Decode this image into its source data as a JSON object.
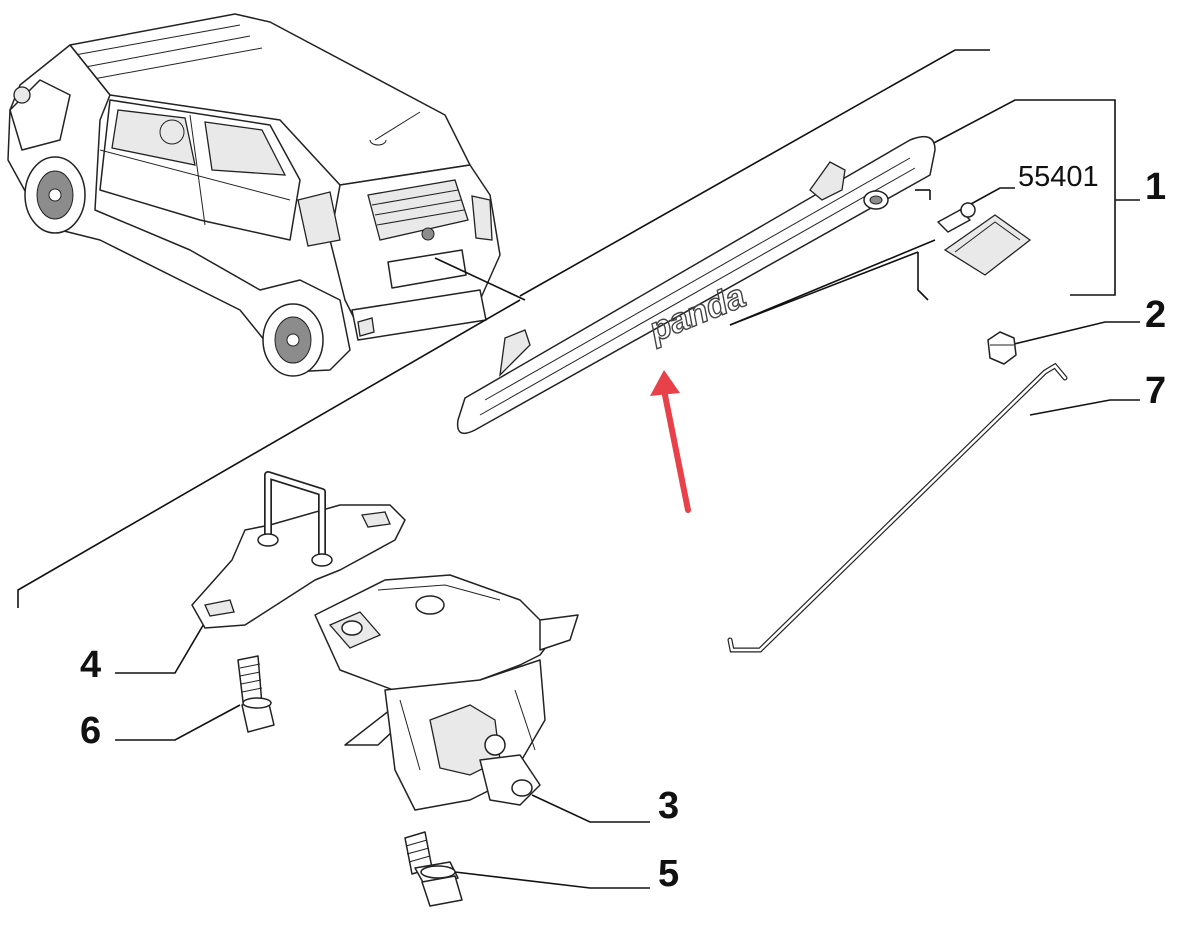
{
  "labels": {
    "1": "1",
    "2": "2",
    "3": "3",
    "4": "4",
    "5": "5",
    "6": "6",
    "7": "7",
    "ref": "55401"
  },
  "trim_text": "panda",
  "colors": {
    "line": "#111111",
    "arrow": "#e8414a",
    "background": "#ffffff"
  }
}
